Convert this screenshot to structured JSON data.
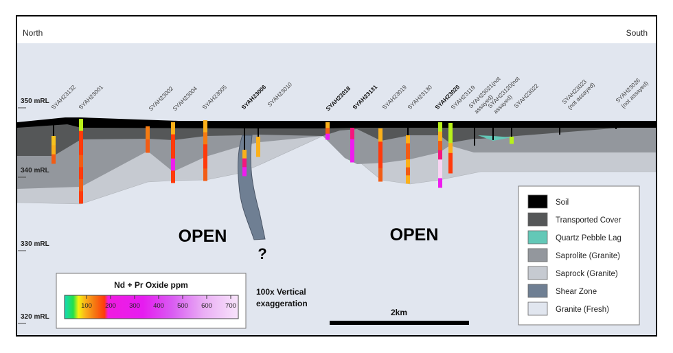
{
  "header": {
    "north_label": "North",
    "south_label": "South"
  },
  "elevations": [
    {
      "label": "350 mRL",
      "value": 350
    },
    {
      "label": "340 mRL",
      "value": 340
    },
    {
      "label": "330 mRL",
      "value": 330
    },
    {
      "label": "320 mRL",
      "value": 320
    }
  ],
  "drillholes": [
    {
      "id": "SYAH23132",
      "bold": false,
      "intervals": [
        "#f7c21e",
        "#fbb01a",
        "#f25c14"
      ]
    },
    {
      "id": "SYAH23001",
      "bold": false,
      "intervals": [
        "#b8f21a",
        "#ff3a0a",
        "#ff3a0a",
        "#f25c14",
        "#ff3a0a",
        "#f25c14",
        "#ff3a0a"
      ]
    },
    {
      "id": "SYAH23002",
      "bold": false,
      "intervals": [
        "#f57b12",
        "#f25c14"
      ]
    },
    {
      "id": "SYAH23004",
      "bold": false,
      "intervals": [
        "#fbb01a",
        "#ff3a0a",
        "#ff3a0a",
        "#ee1cef",
        "#ff3a0a"
      ]
    },
    {
      "id": "SYAH23005",
      "bold": false,
      "intervals": [
        "#fbb01a",
        "#f57b12",
        "#ff3a0a",
        "#ff3a0a",
        "#f25c14"
      ]
    },
    {
      "id": "SYAH23006",
      "bold": true,
      "intervals": [
        "#fbb01a",
        "#f5167e",
        "#ee1cef"
      ]
    },
    {
      "id": "SYAH23010",
      "bold": false,
      "intervals": [
        "#fbb01a",
        "#fbb01a"
      ]
    },
    {
      "id": "SYAH23018",
      "bold": true,
      "intervals": [
        "#fbb01a",
        "#f25c14",
        "#ee1cef"
      ]
    },
    {
      "id": "SYAH23131",
      "bold": true,
      "intervals": [
        "#f5167e",
        "#ee1cef",
        "#ee1cef"
      ]
    },
    {
      "id": "SYAH23019",
      "bold": false,
      "intervals": [
        "#fbb01a",
        "#ff3a0a",
        "#ff3a0a",
        "#f25c14"
      ]
    },
    {
      "id": "SYAH23130",
      "bold": false,
      "intervals": [
        "#fbb01a",
        "#f25c14",
        "#f25c14",
        "#fbb01a",
        "#f25c14",
        "#fbb01a"
      ]
    },
    {
      "id": "SYAH23020",
      "bold": true,
      "intervals": [
        "#b8f21a",
        "#fbb01a",
        "#f25c14",
        "#f5167e",
        "#f9d5f3",
        "#f9d5f3",
        "#ee1cef"
      ]
    },
    {
      "id": "SYAH23119",
      "bold": false,
      "intervals": [
        "#b8f21a",
        "#b8f21a",
        "#fbb01a",
        "#ff3a0a",
        "#ff3a0a"
      ]
    },
    {
      "id": "SYAH23021(not assayed)",
      "bold": false,
      "intervals": []
    },
    {
      "id": "SYAH23120(not assayed)",
      "bold": false,
      "intervals": []
    },
    {
      "id": "SYAH23022",
      "bold": false,
      "intervals": [
        "#b8f21a"
      ]
    },
    {
      "id": "SYAH23023 (not assayed)",
      "bold": false,
      "intervals": []
    },
    {
      "id": "SYAH23026 (not assayed)",
      "bold": false,
      "intervals": []
    }
  ],
  "annotations": {
    "open_left": "OPEN",
    "open_right": "OPEN",
    "question": "?",
    "vertical_exaggeration_line1": "100x Vertical",
    "vertical_exaggeration_line2": "exaggeration",
    "scale_bar_label": "2km"
  },
  "colorbar": {
    "title": "Nd + Pr Oxide ppm",
    "ticks": [
      "100",
      "200",
      "300",
      "400",
      "500",
      "600",
      "700"
    ],
    "stops": [
      "#17d9b8",
      "#22e04a",
      "#f4f20e",
      "#fbb01a",
      "#f57b12",
      "#ff3a0a",
      "#f01be0",
      "#e61cf0",
      "#d95cf2",
      "#eaaef5",
      "#f8e4fb"
    ]
  },
  "legend": {
    "items": [
      {
        "label": "Soil",
        "color": "#000000"
      },
      {
        "label": "Transported Cover",
        "color": "#555758"
      },
      {
        "label": "Quartz Pebble Lag",
        "color": "#63c8b7"
      },
      {
        "label": "Saprolite (Granite)",
        "color": "#93979d"
      },
      {
        "label": "Saprock (Granite)",
        "color": "#c6cad1"
      },
      {
        "label": "Shear Zone",
        "color": "#6f7f93"
      },
      {
        "label": "Granite (Fresh)",
        "color": "#e1e6ef"
      }
    ]
  },
  "colors": {
    "background_granite": "#e1e6ef",
    "saprock": "#c6cad1",
    "saprolite": "#93979d",
    "transported": "#555758",
    "soil": "#000000",
    "shear": "#6f7f93",
    "lag": "#63c8b7"
  }
}
